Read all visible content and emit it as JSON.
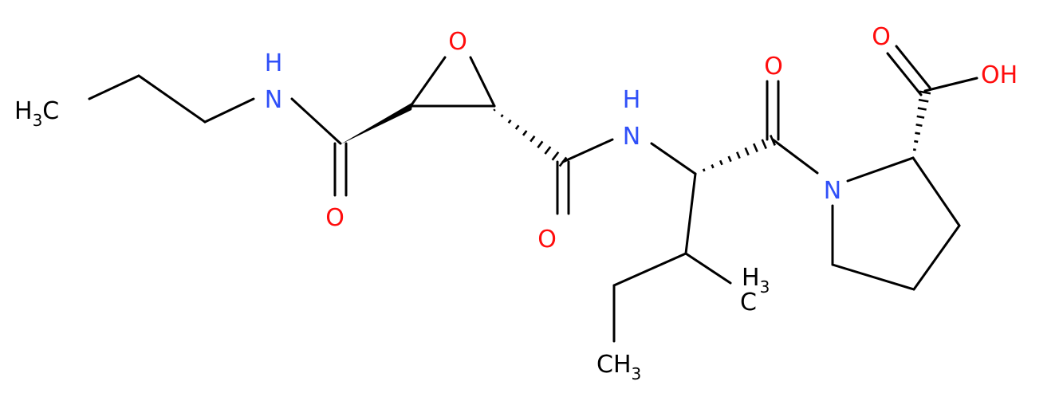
{
  "colors": {
    "bond": "#000000",
    "carbon_label": "#000000",
    "oxygen": "#ff0d0d",
    "nitrogen": "#3050f8",
    "background": "#ffffff"
  },
  "labels": {
    "ch3_propyl": {
      "main": "H",
      "sub": "3",
      "tail": "C"
    },
    "nh_amide1": {
      "n": "N",
      "h": "H"
    },
    "o_amide1": "O",
    "o_epoxide": "O",
    "nh_amide2": {
      "n": "N",
      "h": "H"
    },
    "o_amide2": "O",
    "o_amide3": "O",
    "n_pyrrolidine": "N",
    "o_acid_carbonyl": "O",
    "oh_acid": "OH",
    "ch3_methyl": {
      "main": "CH",
      "sub": "3"
    },
    "ch3_ethyl": {
      "main": "CH",
      "sub": "3"
    }
  }
}
